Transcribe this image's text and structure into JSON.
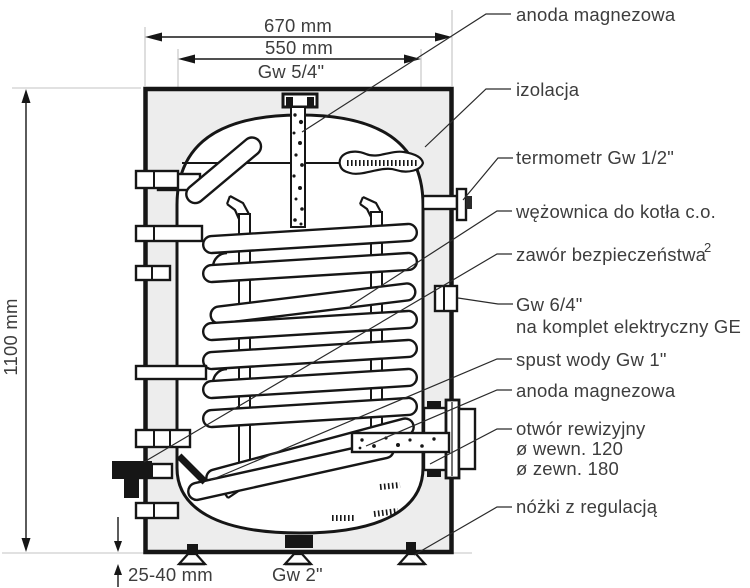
{
  "dims": {
    "outer_width": "670 mm",
    "inner_width": "550 mm",
    "top_thread": "Gw 5/4\"",
    "height": "1100 mm",
    "feet_height": "25-40 mm",
    "drain_thread": "Gw 2\""
  },
  "labels": {
    "anode_top": "anoda magnezowa",
    "insulation": "izolacja",
    "thermometer": "termometr Gw 1/2\"",
    "coil": "wężownica do kotła c.o.",
    "safety_valve": "zawór bezpieczeństwa",
    "safety_valve_footnote": "2",
    "electric_port_thread": "Gw 6/4\"",
    "electric_port_desc": "na komplet elektryczny GE",
    "drain": "spust wody Gw 1\"",
    "anode_bottom": "anoda magnezowa",
    "inspection_opening": "otwór rewizyjny",
    "inspection_inner_diameter": "ø wewn. 120",
    "inspection_outer_diameter": "ø zewn. 180",
    "feet": "nóżki z regulacją"
  },
  "colors": {
    "line": "#161616",
    "insulation_fill": "#ededed",
    "text": "#3d3d3d",
    "extension_gray": "#c3c3c3"
  }
}
